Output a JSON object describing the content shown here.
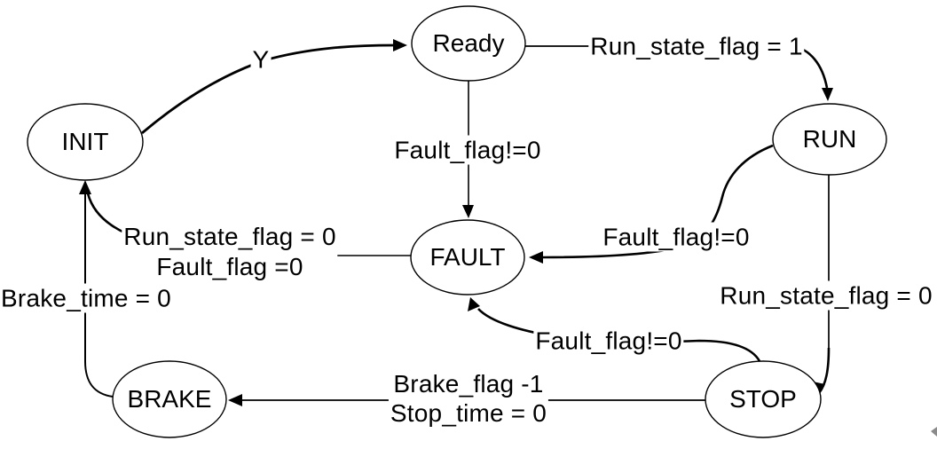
{
  "diagram": {
    "type": "state-machine",
    "nodes": [
      {
        "id": "init",
        "label": "INIT"
      },
      {
        "id": "ready",
        "label": "Ready"
      },
      {
        "id": "run",
        "label": "RUN"
      },
      {
        "id": "fault",
        "label": "FAULT"
      },
      {
        "id": "stop",
        "label": "STOP"
      },
      {
        "id": "brake",
        "label": "BRAKE"
      }
    ],
    "edges": [
      {
        "from": "INIT",
        "to": "Ready",
        "label": "Y"
      },
      {
        "from": "Ready",
        "to": "RUN",
        "label": "Run_state_flag = 1"
      },
      {
        "from": "Ready",
        "to": "FAULT",
        "label": "Fault_flag!=0"
      },
      {
        "from": "RUN",
        "to": "FAULT",
        "label": "Fault_flag!=0"
      },
      {
        "from": "RUN",
        "to": "STOP",
        "label": "Run_state_flag = 0"
      },
      {
        "from": "STOP",
        "to": "FAULT",
        "label": "Fault_flag!=0"
      },
      {
        "from": "STOP",
        "to": "BRAKE",
        "label": "Brake_flag -1\nStop_time = 0"
      },
      {
        "from": "FAULT",
        "to": "INIT",
        "label": "Run_state_flag = 0\nFault_flag =0"
      },
      {
        "from": "BRAKE",
        "to": "INIT",
        "label": "Brake_time = 0"
      }
    ],
    "colors": {
      "stroke": "#000000",
      "background": "#ffffff",
      "artifact_gray": "#8a8a8a"
    }
  }
}
